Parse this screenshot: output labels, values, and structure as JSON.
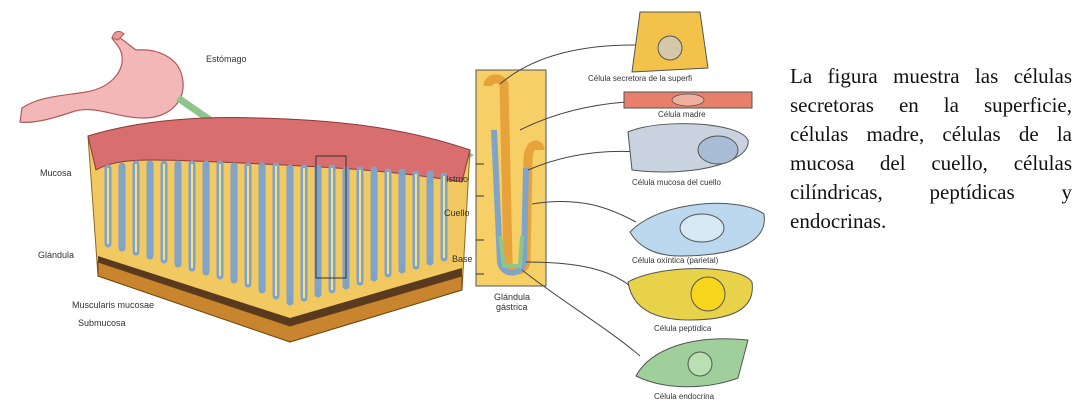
{
  "figure": {
    "stomach_label": "Estómago",
    "layer_labels": {
      "mucosa": "Mucosa",
      "glandula": "Glándula",
      "muscularis": "Muscularis mucosae",
      "submucosa": "Submucosa"
    },
    "gland_region_labels": {
      "istmo": "Istmo",
      "cuello": "Cuello",
      "base": "Base"
    },
    "gland_title_line1": "Glándula",
    "gland_title_line2": "gástrica",
    "cell_labels": [
      "Célula secretora de la superfi",
      "Célula madre",
      "Célula mucosa del cuello",
      "Célula oxíntica (parietal)",
      "Célula peptídica",
      "Célula endocrina"
    ]
  },
  "caption": "La figura muestra las células secretoras en la superficie, células madre, células de la mucosa del cuello, células cilíndricas, peptídicas y endocrinas."
}
